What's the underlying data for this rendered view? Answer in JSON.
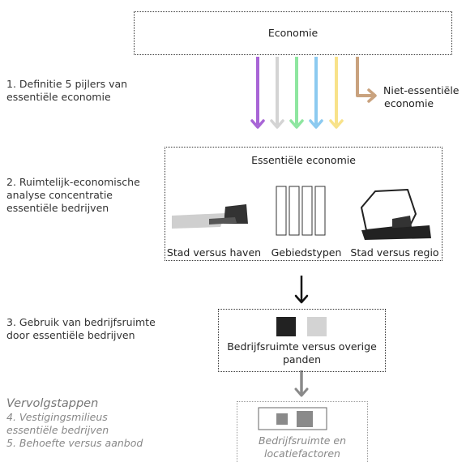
{
  "top_box": {
    "label": "Economie"
  },
  "step1": {
    "line1": "1. Definitie 5 pijlers van",
    "line2": "essentiële economie"
  },
  "side_arrow": {
    "line1": "Niet-essentiële",
    "line2": "economie"
  },
  "pillar_colors": [
    "#a865d6",
    "#d4d4d4",
    "#8ee6a0",
    "#8ccaf0",
    "#f8e28a"
  ],
  "side_arrow_color": "#c9a27e",
  "step2": {
    "line1": "2. Ruimtelijk-economische",
    "line2": "analyse concentratie",
    "line3": "essentiële bedrijven"
  },
  "mid_box": {
    "title": "Essentiële economie",
    "captions": [
      "Stad versus haven",
      "Gebiedstypen",
      "Stad versus regio"
    ]
  },
  "step3": {
    "line1": "3. Gebruik van bedrijfsruimte",
    "line2": "door essentiële bedrijven"
  },
  "box3": {
    "line1": "Bedrijfsruimte versus overige",
    "line2": "panden"
  },
  "next_steps": {
    "title": "Vervolgstappen",
    "line1": "4. Vestigingsmilieus",
    "line2": "essentiële bedrijven",
    "line3": "5. Behoefte versus aanbod"
  },
  "box4": {
    "line1": "Bedrijfsruimte en",
    "line2": "locatiefactoren"
  }
}
